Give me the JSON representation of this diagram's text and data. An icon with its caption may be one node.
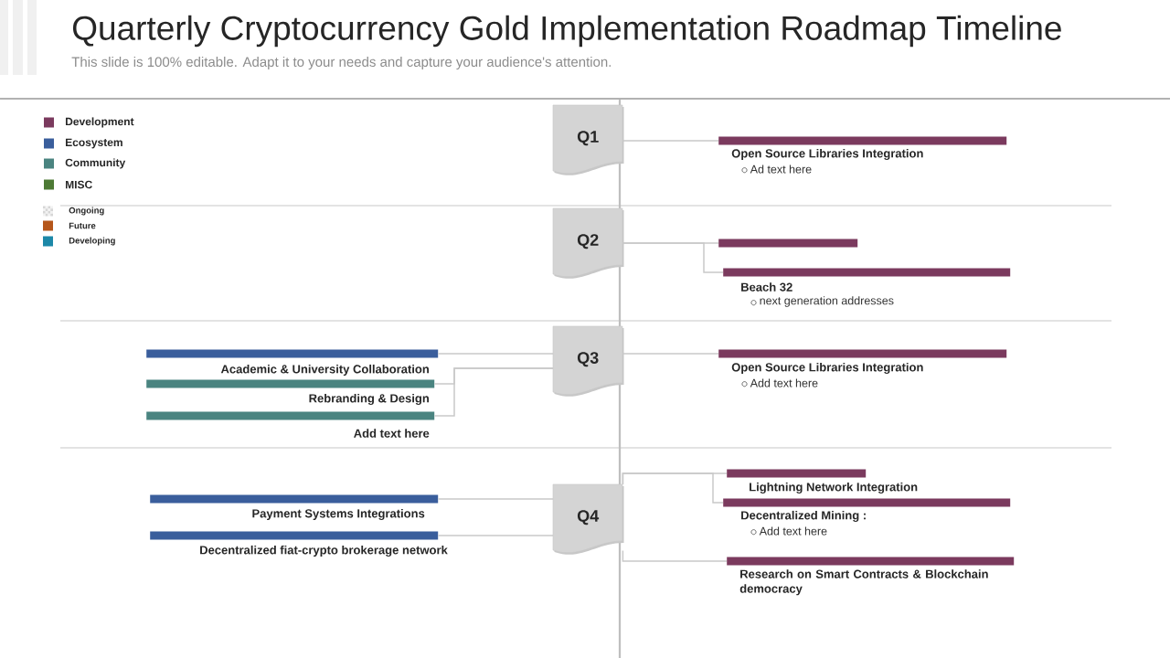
{
  "diagram": {
    "title": "Quarterly Cryptocurrency Gold Implementation Roadmap Timeline",
    "nodes": [
      {
        "text": [
          "Q1"
        ]
      },
      {
        "text": [
          "Open Source Libraries Integration",
          "Ad text here"
        ]
      },
      {
        "text": [
          "Q2"
        ]
      },
      {
        "text": [],
        "shape": "bar"
      },
      {
        "text": [
          "Beach 32",
          "next generation addresses"
        ]
      },
      {
        "text": [
          "Academic & University Collaboration"
        ]
      },
      {
        "text": [
          "Rebranding & Design"
        ]
      },
      {
        "text": [
          "Add text here"
        ]
      },
      {
        "text": [
          "Q3"
        ]
      },
      {
        "text": [
          "Open Source Libraries Integration",
          "Add text here"
        ]
      },
      {
        "text": [
          "Payment Systems Integrations"
        ]
      },
      {
        "text": [
          "Decentralized fiat-crypto brokerage network"
        ]
      },
      {
        "text": [
          "Q4"
        ]
      },
      {
        "text": [
          "Lightning Network Integration"
        ]
      },
      {
        "text": [
          "Decentralized Mining :",
          "Add text here"
        ]
      },
      {
        "text": [
          "Research on Smart Contracts & Blockchain democracy"
        ]
      }
    ],
    "edges": [
      {
        "from": 0,
        "to": 1,
        "arrow": "none"
      },
      {
        "from": 2,
        "to": 3,
        "arrow": "none"
      },
      {
        "from": 2,
        "to": 4,
        "arrow": "none"
      },
      {
        "from": 8,
        "to": 5,
        "arrow": "none"
      },
      {
        "from": 8,
        "to": 6,
        "arrow": "none"
      },
      {
        "from": 8,
        "to": 7,
        "arrow": "none"
      },
      {
        "from": 8,
        "to": 9,
        "arrow": "none"
      },
      {
        "from": 12,
        "to": 10,
        "arrow": "none"
      },
      {
        "from": 12,
        "to": 11,
        "arrow": "none"
      },
      {
        "from": 12,
        "to": 13,
        "arrow": "none"
      },
      {
        "from": 12,
        "to": 14,
        "arrow": "none"
      },
      {
        "from": 12,
        "to": 15,
        "arrow": "none"
      }
    ],
    "labels": [
      "This slide is 100% editable. Adapt it to your needs and capture your audience's attention."
    ],
    "legend": [
      {
        "text": "Development",
        "color": "#7b3a5e"
      },
      {
        "text": "Ecosystem",
        "color": "#3a5e9c"
      },
      {
        "text": "Community",
        "color": "#4a8480"
      },
      {
        "text": "MISC",
        "color": "#4d7a35"
      },
      {
        "text": "Ongoing"
      },
      {
        "text": "Future",
        "color": "#b5561a"
      },
      {
        "text": "Developing",
        "color": "#1c88a8"
      }
    ]
  }
}
